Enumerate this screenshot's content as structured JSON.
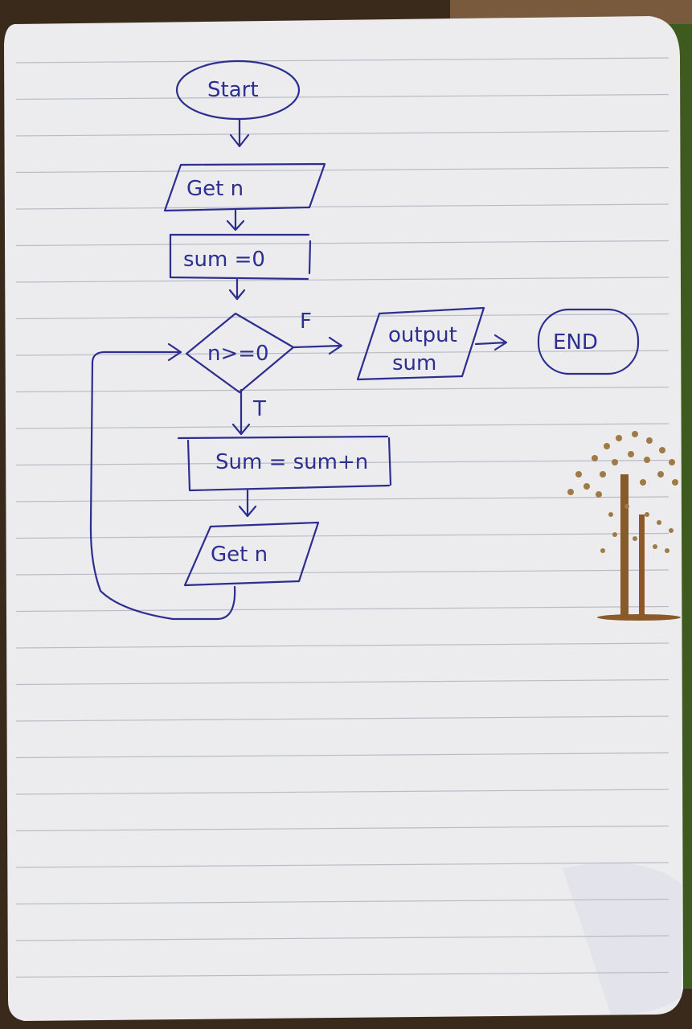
{
  "flowchart": {
    "start_label": "Start",
    "input_1_label": "Get n",
    "init_label": "sum =0",
    "decision_label": "n>=0",
    "false_label": "F",
    "true_label": "T",
    "output_label_line1": "output",
    "output_label_line2": "sum",
    "end_label": "END",
    "update_label": "Sum = sum+n",
    "input_2_label": "Get n"
  },
  "colors": {
    "ink": "#2c2f8f",
    "paper": "#ecebee",
    "rule_line": "#b9bcc6",
    "background": "#3a2a1c",
    "tree_trunk": "#8b5a2b",
    "tree_leaves": "#a07a45"
  },
  "icons": {
    "decoration": "tree-illustration"
  }
}
